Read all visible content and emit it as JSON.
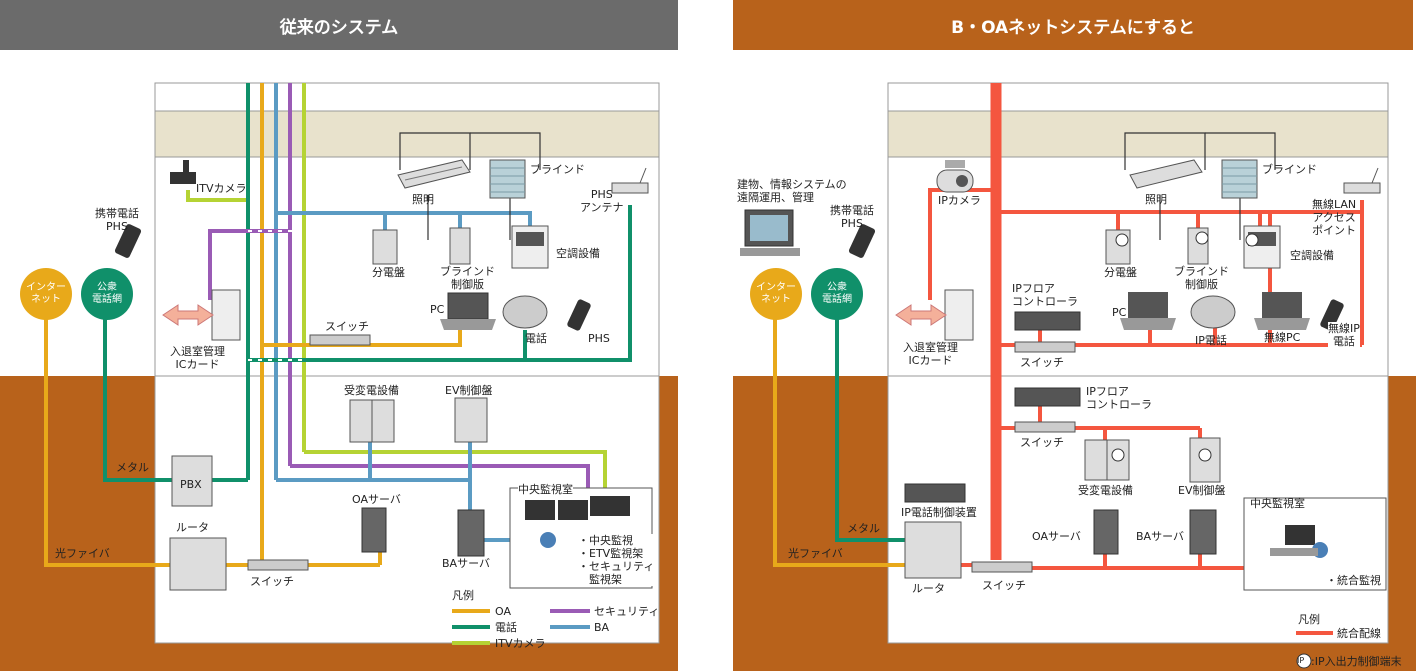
{
  "left": {
    "title": "従来のシステム",
    "labels": {
      "itv_camera": "ITVカメラ",
      "mobile_phs": "携帯電話\nPHS",
      "internet": "インター\nネット",
      "public_line": "公衆\n電話網",
      "lighting": "照明",
      "blind": "ブラインド",
      "phs_antenna": "PHS\nアンテナ",
      "distribution_board": "分電盤",
      "blind_control": "ブラインド\n制御版",
      "hvac": "空調設備",
      "entry_ic": "入退室管理\nICカード",
      "switch_top": "スイッチ",
      "pc": "PC",
      "phone": "電話",
      "phs": "PHS",
      "substation": "受変電設備",
      "ev_panel": "EV制御盤",
      "metal": "メタル",
      "pbx": "PBX",
      "oa_server": "OAサーバ",
      "central_room": "中央監視室",
      "central_items": "・中央監視\n・ETV監視架\n・セキュリティ\n　監視架",
      "router": "ルータ",
      "optical_fiber": "光ファイバ",
      "switch_bottom": "スイッチ",
      "ba_server": "BAサーバ"
    },
    "legend": {
      "title": "凡例",
      "items": [
        {
          "label": "OA",
          "color": "#e8a91a"
        },
        {
          "label": "電話",
          "color": "#10906a"
        },
        {
          "label": "ITVカメラ",
          "color": "#b5d334"
        },
        {
          "label": "セキュリティ",
          "color": "#9a5bb5"
        },
        {
          "label": "BA",
          "color": "#5b9bc3"
        }
      ]
    }
  },
  "right": {
    "title": "B・OAネットシステムにすると",
    "labels": {
      "bms_ops": "建物、情報システムの\n遠隔運用、管理",
      "ip_camera": "IPカメラ",
      "mobile_phs": "携帯電話\nPHS",
      "internet": "インター\nネット",
      "public_line": "公衆\n電話網",
      "lighting": "照明",
      "blind": "ブラインド",
      "wlan_ap": "無線LAN\nアクセス\nポイント",
      "distribution_board": "分電盤",
      "blind_control": "ブラインド\n制御版",
      "hvac": "空調設備",
      "ip_floor_ctrl_1": "IPフロア\nコントローラ",
      "entry_ic": "入退室管理\nICカード",
      "pc": "PC",
      "ip_phone": "IP電話",
      "wireless_pc": "無線PC",
      "wireless_ip_phone": "無線IP\n電話",
      "switch_1": "スイッチ",
      "ip_floor_ctrl_2": "IPフロア\nコントローラ",
      "switch_2": "スイッチ",
      "substation": "受変電設備",
      "ev_panel": "EV制御盤",
      "ip_phone_ctrl": "IP電話制御装置",
      "metal": "メタル",
      "oa_server": "OAサーバ",
      "ba_server": "BAサーバ",
      "central_room": "中央監視室",
      "integrated": "・統合監視",
      "optical_fiber": "光ファイバ",
      "router": "ルータ",
      "switch_3": "スイッチ"
    },
    "legend": {
      "title": "凡例",
      "items": [
        {
          "label": "統合配線",
          "color": "#f4563f"
        }
      ]
    },
    "footnote_badge": "IP",
    "footnote": ":IP入出力制御端末"
  },
  "colors": {
    "header_left": "#6b6b6b",
    "header_right": "#b8621b",
    "ground": "#b8621b",
    "ceiling": "#e8e2cc",
    "oa": "#e8a91a",
    "tel": "#10906a",
    "itv": "#b5d334",
    "sec": "#9a5bb5",
    "ba": "#5b9bc3",
    "net": "#f4563f"
  }
}
